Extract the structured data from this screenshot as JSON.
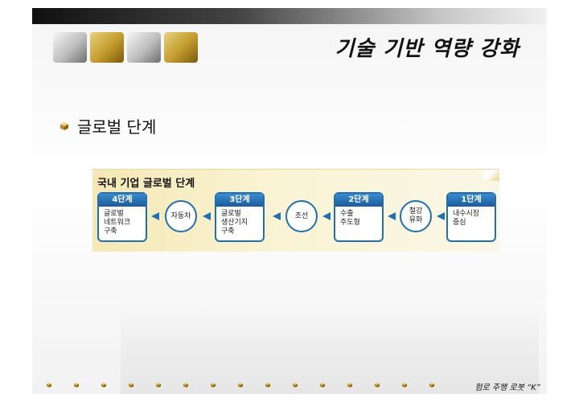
{
  "slide": {
    "title": "기술 기반 역량 강화",
    "bullet": "글로벌 단계",
    "footer": "험로 주행 로봇 “K”"
  },
  "diagram": {
    "title": "국내 기업 글로벌 단계",
    "stages": [
      {
        "head": "4단계",
        "body": "글로벌\n네트워크\n구축"
      },
      {
        "head": "3단계",
        "body": "글로벌\n생산기지\n구축"
      },
      {
        "head": "2단계",
        "body": "수출\n주도형"
      },
      {
        "head": "1단계",
        "body": "내수시장\n중심"
      }
    ],
    "connectors": [
      "자동차",
      "조선",
      "철강\n유화"
    ]
  },
  "colors": {
    "accent": "#1f6fb2",
    "gold": "#c19a2c"
  },
  "icons": {
    "bullet": "gold-cube-icon",
    "arrow": "left-arrow-icon",
    "footer_dot": "gold-dot-icon"
  }
}
